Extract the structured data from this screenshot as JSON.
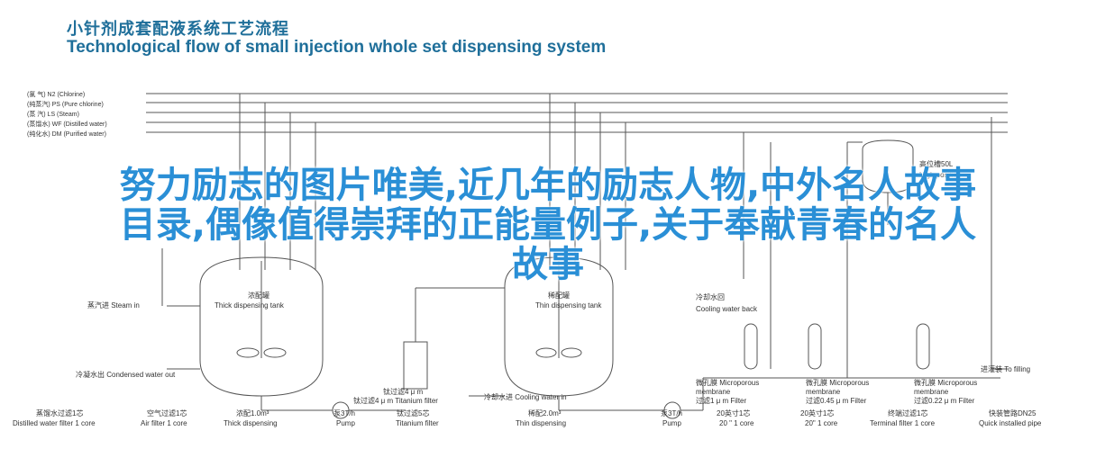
{
  "header": {
    "title_cn": "小针剂成套配液系统工艺流程",
    "title_en": "Technological flow of small injection whole set dispensing system"
  },
  "legend": [
    "(氯  气) N2 (Chlorine)",
    "(纯蒸汽) PS  (Pure chlorine)",
    "(蒸  汽) LS  (Steam)",
    "(蒸馏水) WF  (Distilled water)",
    "(纯化水) DM  (Purified water)"
  ],
  "labels": {
    "steam_in": "蒸汽进 Steam in",
    "thick_tank_cn": "浓配罐",
    "thick_tank_en": "Thick dispensing tank",
    "thin_tank_cn": "稀配罐",
    "thin_tank_en": "Thin dispensing tank",
    "condensed_out": "冷凝水出 Condensed water out",
    "cooling_in": "冷却水进 Cooling water in",
    "cooling_back_cn": "冷却水回",
    "cooling_back_en": "Cooling water back",
    "high_level_cn": "高位槽50L",
    "high_level_en": "High position",
    "to_filling": "进灌装 To filling",
    "ti_filter_top": "钛过滤4 μ m",
    "ti_filter_top_en": "钛过滤4 μ m  Titanium filter",
    "mem1_cn": "微孔膜  Microporous",
    "mem1_en": "membrane",
    "mem1_spec": "过滤1 μ m  Filter",
    "mem2_cn": "微孔膜  Microporous",
    "mem2_en": "membrane",
    "mem2_spec": "过滤0.45 μ m  Filter",
    "mem3_cn": "微孔膜  Microporous",
    "mem3_en": "membrane",
    "mem3_spec": "过滤0.22 μ m  Filter"
  },
  "bottom": [
    {
      "cn": "蒸馏水过滤1芯",
      "en": "Distilled water filter 1 core"
    },
    {
      "cn": "空气过滤1芯",
      "en": "Air filter 1 core"
    },
    {
      "cn": "浓配1.0m³",
      "en": "Thick dispensing"
    },
    {
      "cn": "泵3T/h",
      "en": "Pump"
    },
    {
      "cn": "钛过滤5芯",
      "en": "Titanium filter"
    },
    {
      "cn": "稀配2.0m³",
      "en": "Thin dispensing"
    },
    {
      "cn": "泵3T/h",
      "en": "Pump"
    },
    {
      "cn": "20英寸1芯",
      "en": "20 \" 1 core"
    },
    {
      "cn": "20英寸1芯",
      "en": "20\" 1 core"
    },
    {
      "cn": "终端过滤1芯",
      "en": "Terminal filter 1 core"
    },
    {
      "cn": "快装管路DN25",
      "en": "Quick installed pipe"
    }
  ],
  "overlay_text": {
    "line1": "努力励志的图片唯美,近几年的励志人物,中外名人故事",
    "line2": "目录,偶像值得崇拜的正能量例子,关于奉献青春的名人",
    "line3": "故事"
  },
  "colors": {
    "title": "#1f6f9a",
    "overlay": "#2a8fd6",
    "lines": "#555555"
  }
}
